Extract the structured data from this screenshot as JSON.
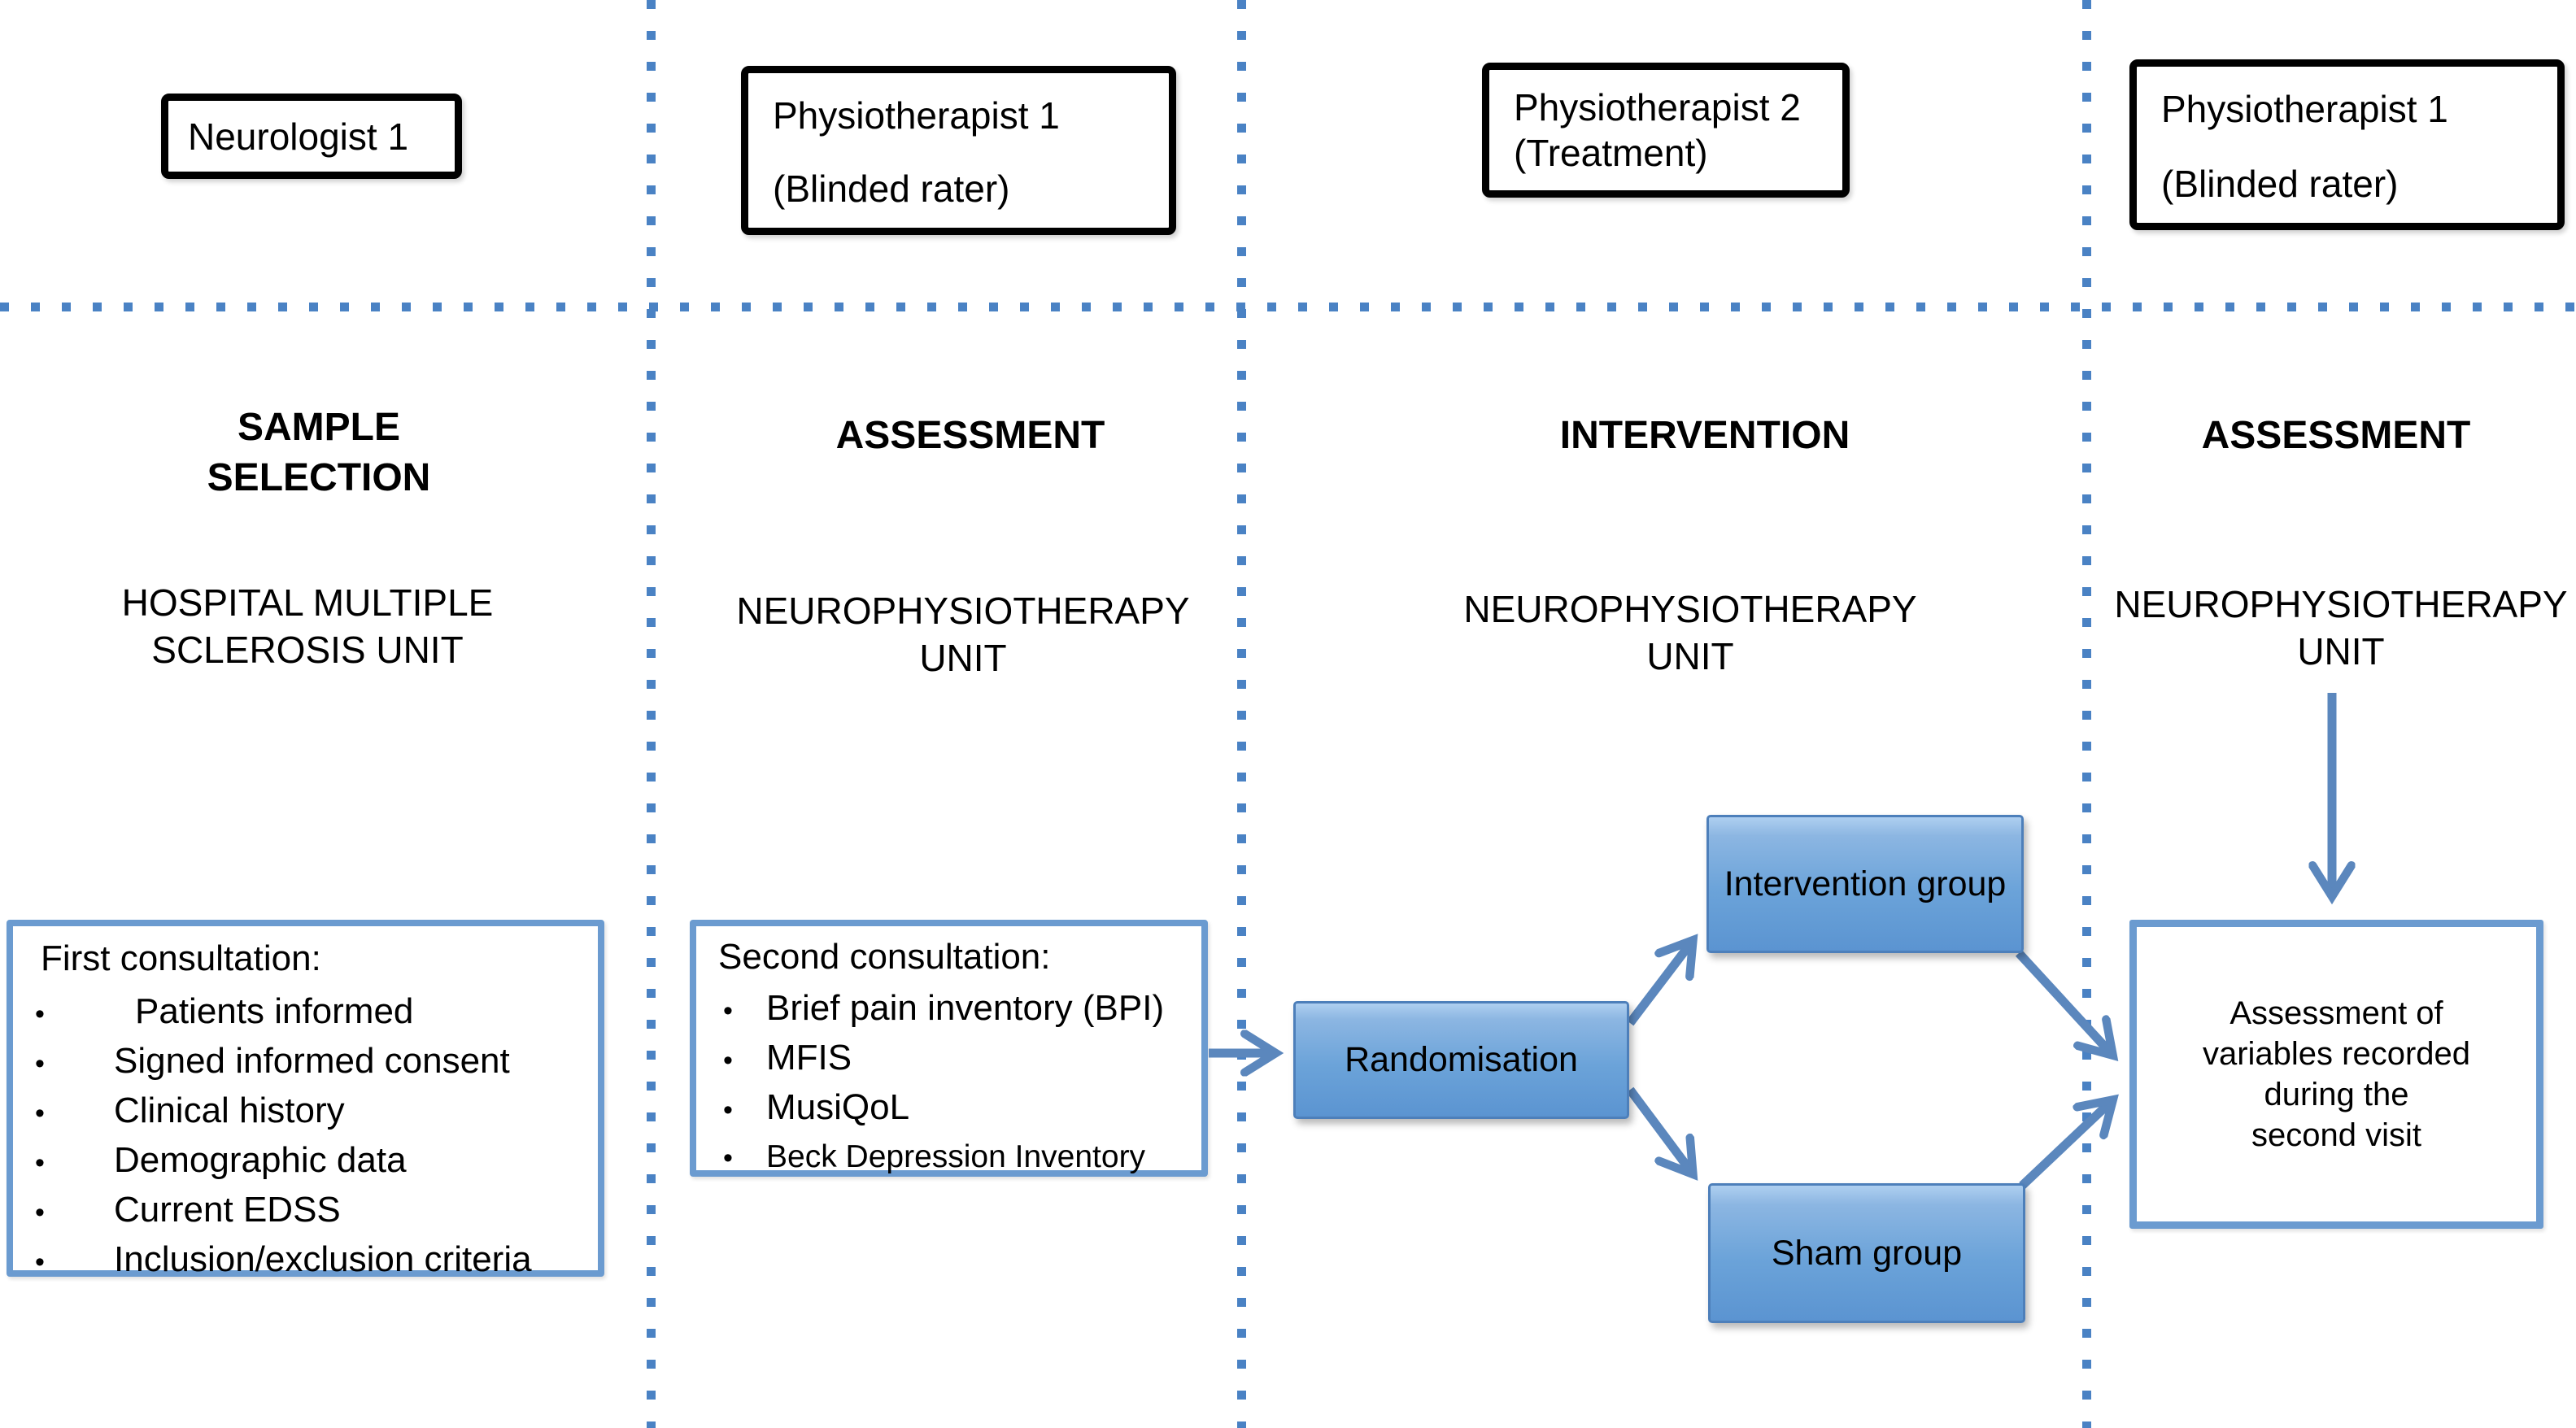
{
  "actors": [
    {
      "name": "Neurologist 1",
      "role": ""
    },
    {
      "name": "Physiotherapist 1",
      "role": "(Blinded rater)"
    },
    {
      "name": "Physiotherapist 2",
      "role": "(Treatment)"
    },
    {
      "name": "Physiotherapist 1",
      "role": "(Blinded rater)"
    }
  ],
  "phases": [
    "SAMPLE SELECTION",
    "ASSESSMENT",
    "INTERVENTION",
    "ASSESSMENT"
  ],
  "units": [
    "HOSPITAL MULTIPLE SCLEROSIS UNIT",
    "NEUROPHYSIOTHERAPY UNIT",
    "NEUROPHYSIOTHERAPY UNIT",
    "NEUROPHYSIOTHERAPY UNIT"
  ],
  "first_consultation": {
    "title": "First consultation:",
    "bullet": "•",
    "items": [
      "Patients informed",
      "Signed informed consent",
      "Clinical history",
      "Demographic data",
      "Current EDSS",
      "Inclusion/exclusion criteria"
    ]
  },
  "second_consultation": {
    "title": "Second consultation:",
    "bullet": "•",
    "items": [
      "Brief pain inventory (BPI)",
      "MFIS",
      "MusiQoL",
      "Beck Depression Inventory"
    ]
  },
  "flow": {
    "randomisation_label": "Randomisation",
    "intervention_label": "Intervention group",
    "sham_label": "Sham group",
    "assessment_lines": [
      "Assessment of",
      "variables recorded",
      "during the",
      "second visit"
    ]
  },
  "colors": {
    "divider_dot": "#4a82c4",
    "connector": "#5b87bd",
    "outline_box_border": "#6b9bd0",
    "flow_box_border": "#4d7fba",
    "flow_fill_top": "#aecff0",
    "flow_fill_bottom": "#5b94d1",
    "actor_box_border": "#000000",
    "text": "#000000"
  }
}
